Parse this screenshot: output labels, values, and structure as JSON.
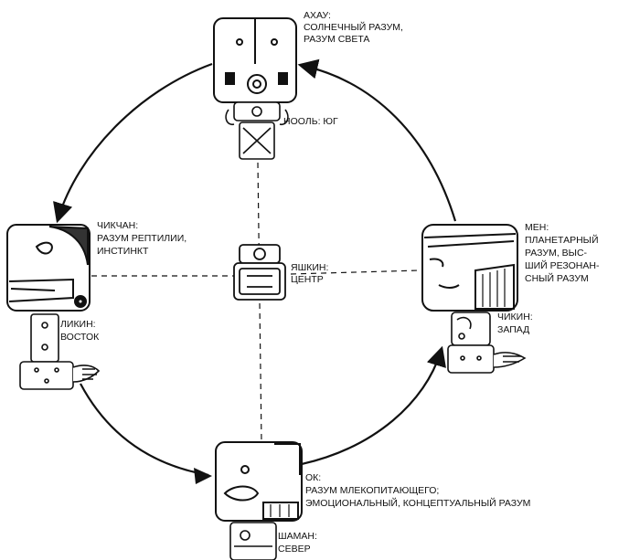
{
  "diagram": {
    "nodes": {
      "ahau": {
        "lines": [
          "АХАУ:",
          "СОЛНЕЧНЫЙ РАЗУМ,",
          "РАЗУМ СВЕТА"
        ]
      },
      "hool": {
        "lines": [
          "НООЛЬ: ЮГ"
        ]
      },
      "chikchan": {
        "lines": [
          "ЧИКЧАН:",
          "РАЗУМ РЕПТИЛИИ,",
          "ИНСТИНКТ"
        ]
      },
      "ikin": {
        "lines": [
          "ЛИКИН:",
          "ВОСТОК"
        ]
      },
      "yashkin": {
        "lines": [
          "ЯШКИН:",
          "ЦЕНТР"
        ]
      },
      "men": {
        "lines": [
          "МЕН:",
          "ПЛАНЕТАРНЫЙ",
          "РАЗУМ, ВЫС-",
          "ШИЙ РЕЗОНАН-",
          "СНЫЙ РАЗУМ"
        ]
      },
      "chikin": {
        "lines": [
          "ЧИКИН:",
          "ЗАПАД"
        ]
      },
      "ok": {
        "lines": [
          "ОК:",
          "РАЗУМ МЛЕКОПИТАЮЩЕГО;",
          "ЭМОЦИОНАЛЬНЫЙ, КОНЦЕПТУАЛЬНЫЙ РАЗУМ"
        ]
      },
      "shaman": {
        "lines": [
          "ШАМАН:",
          "СЕВЕР"
        ]
      }
    }
  }
}
